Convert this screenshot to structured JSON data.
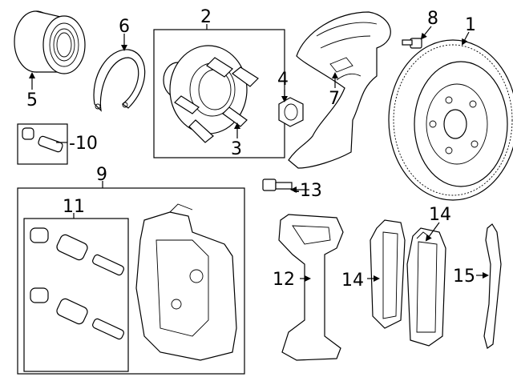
{
  "callouts": {
    "c1": "1",
    "c2": "2",
    "c3": "3",
    "c4": "4",
    "c5": "5",
    "c6": "6",
    "c7": "7",
    "c8": "8",
    "c9": "9",
    "c10": "-10",
    "c11": "11",
    "c12": "12",
    "c13": "-13",
    "c14a": "14",
    "c14b": "14",
    "c15": "15"
  }
}
